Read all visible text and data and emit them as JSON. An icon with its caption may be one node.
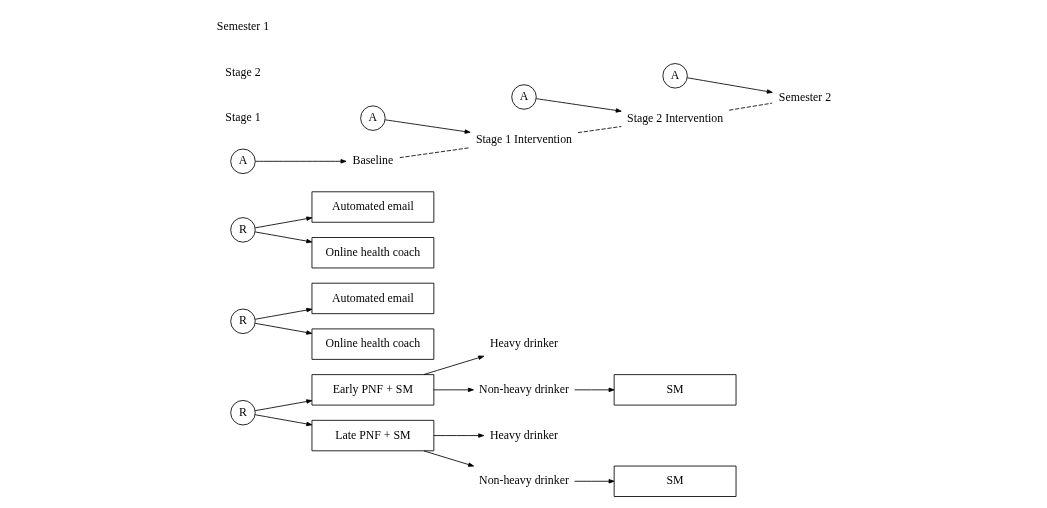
{
  "diagram": {
    "nodes": [
      {
        "text": [
          "R"
        ]
      },
      {
        "text": [
          "Early PNF + SM"
        ]
      },
      {
        "text": [
          "Late PNF + SM"
        ]
      },
      {
        "text": [
          "Heavy drinker"
        ]
      },
      {
        "text": [
          "Non-heavy drinker"
        ]
      },
      {
        "text": [
          "R"
        ]
      },
      {
        "text": [
          "Automated email"
        ]
      },
      {
        "text": [
          "Online health coach"
        ]
      },
      {
        "text": [
          "SM"
        ]
      },
      {
        "text": [
          "Heavy drinker"
        ]
      },
      {
        "text": [
          "Non-heavy drinker"
        ]
      },
      {
        "text": [
          "R"
        ]
      },
      {
        "text": [
          "Automated email"
        ]
      },
      {
        "text": [
          "Online health coach"
        ]
      },
      {
        "text": [
          "SM"
        ]
      },
      {
        "text": [
          "Baseline"
        ]
      },
      {
        "text": [
          "Stage 1 Intervention"
        ]
      },
      {
        "text": [
          "Stage 2 Intervention"
        ]
      },
      {
        "text": [
          "Semester 2"
        ]
      },
      {
        "text": [
          "A"
        ]
      },
      {
        "text": [
          "A"
        ]
      },
      {
        "text": [
          "A"
        ]
      },
      {
        "text": [
          "A"
        ]
      }
    ],
    "edges": [
      {
        "from": 0,
        "to": 1,
        "arrow": "to"
      },
      {
        "from": 0,
        "to": 2,
        "arrow": "to"
      },
      {
        "from": 1,
        "to": 3,
        "arrow": "to"
      },
      {
        "from": 1,
        "to": 4,
        "arrow": "to"
      },
      {
        "from": 5,
        "to": 6,
        "arrow": "to"
      },
      {
        "from": 5,
        "to": 7,
        "arrow": "to"
      },
      {
        "from": 4,
        "to": 8,
        "arrow": "to"
      },
      {
        "from": 2,
        "to": 9,
        "arrow": "to"
      },
      {
        "from": 2,
        "to": 10,
        "arrow": "to"
      },
      {
        "from": 11,
        "to": 12,
        "arrow": "to"
      },
      {
        "from": 11,
        "to": 13,
        "arrow": "to"
      },
      {
        "from": 10,
        "to": 14,
        "arrow": "to"
      },
      {
        "from": 15,
        "to": 16,
        "arrow": "none",
        "style": "dashed"
      },
      {
        "from": 16,
        "to": 17,
        "arrow": "none",
        "style": "dashed"
      },
      {
        "from": 17,
        "to": 18,
        "arrow": "none",
        "style": "dashed"
      },
      {
        "from": 19,
        "to": 15,
        "arrow": "to"
      },
      {
        "from": 20,
        "to": 16,
        "arrow": "to"
      },
      {
        "from": 21,
        "to": 17,
        "arrow": "to"
      },
      {
        "from": 22,
        "to": 18,
        "arrow": "to"
      }
    ],
    "labels": [
      "Stage 1",
      "Stage 2",
      "Semester 1"
    ]
  }
}
